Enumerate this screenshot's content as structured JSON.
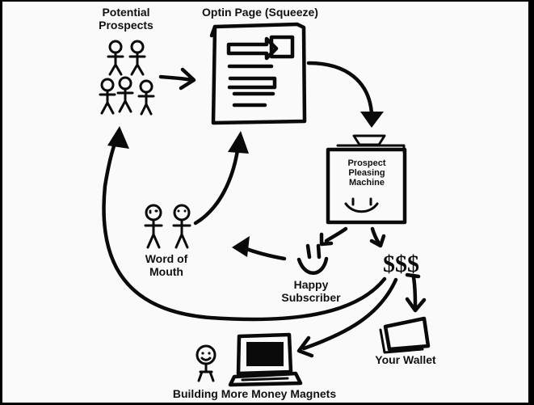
{
  "labels": {
    "potential_prospects": "Potential\nProspects",
    "optin_page": "Optin Page (Squeeze)",
    "machine": "Prospect\nPleasing\nMachine",
    "word_of_mouth": "Word of\nMouth",
    "happy_subscriber": "Happy\nSubscriber",
    "your_wallet": "Your Wallet",
    "money_magnets": "Building More Money Magnets",
    "dollars": "$$$"
  },
  "colors": {
    "ink": "#0a0a0a",
    "paper": "#fafafa",
    "border": "#000000",
    "machine_fill": "#e6e6e6"
  }
}
